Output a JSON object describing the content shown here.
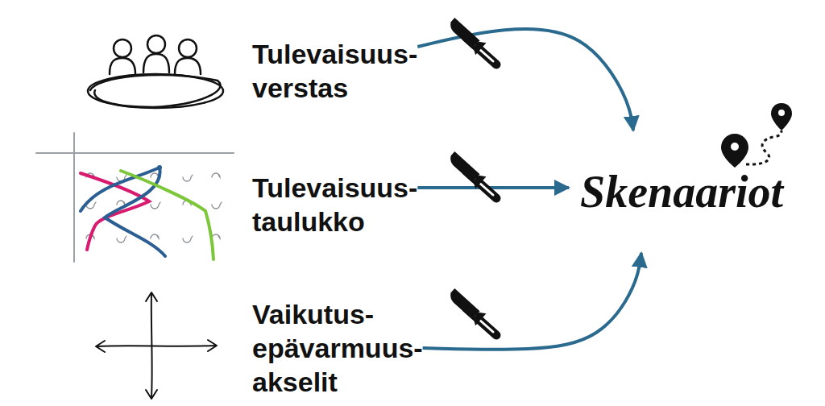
{
  "diagram": {
    "nodes": [
      {
        "text": [
          "Tulevaisuus- verstas"
        ]
      },
      {
        "text": [
          "Tulevaisuus- taulukko"
        ]
      },
      {
        "text": [
          "Vaikutus- epävarmuus- akselit"
        ]
      },
      {
        "text": [
          "Skenaariot"
        ]
      }
    ],
    "edges": [
      {
        "from": 0,
        "to": 3,
        "arrow": "to"
      },
      {
        "from": 1,
        "to": 3,
        "arrow": "to"
      },
      {
        "from": 2,
        "to": 3,
        "arrow": "to"
      }
    ]
  }
}
